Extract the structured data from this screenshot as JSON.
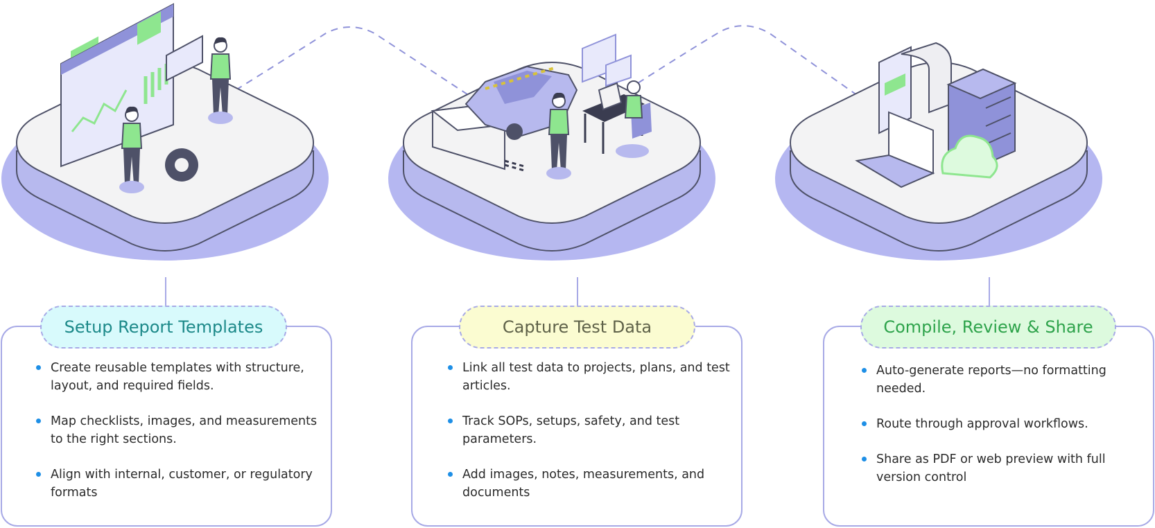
{
  "steps": [
    {
      "title": "Setup Report Templates",
      "illustration": "report-template-dashboard-illustration",
      "bullets": [
        "Create reusable templates with structure, layout, and required fields.",
        "Map checklists, images, and measurements to the right sections.",
        "Align with internal, customer, or regulatory formats"
      ]
    },
    {
      "title": "Capture Test Data",
      "illustration": "vehicle-crash-test-lab-illustration",
      "bullets": [
        "Link all test data to projects, plans, and test articles.",
        "Track SOPs, setups, safety, and test parameters.",
        "Add images, notes, measurements, and documents"
      ]
    },
    {
      "title": "Compile, Review & Share",
      "illustration": "laptop-servers-cloud-illustration",
      "bullets": [
        "Auto-generate reports—no formatting needed.",
        "Route through approval workflows.",
        "Share as PDF or web preview with full version control"
      ]
    }
  ],
  "colors": {
    "platform_top": "#f3f3f4",
    "platform_side": "#b7b9ee",
    "platform_shadow": "#adaff0",
    "outline": "#4e5168",
    "accent_green": "#8ee68f",
    "accent_purple": "#a7a9e6",
    "bullet_dot": "#1e8fe6"
  }
}
